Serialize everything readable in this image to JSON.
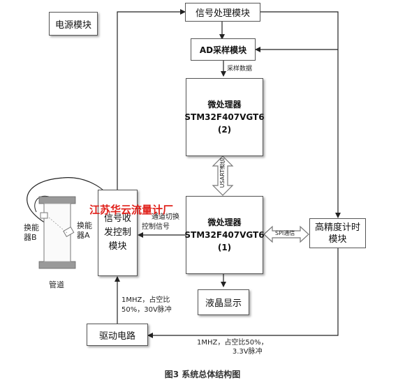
{
  "blocks": {
    "power": "电源模块",
    "signal_proc": "信号处理模块",
    "ad": "AD采样模块",
    "mcu2": [
      "微处理器",
      "STM32F407VGT6",
      "(2)"
    ],
    "mcu1": [
      "微处理器",
      "STM32F407VGT6",
      "(1)"
    ],
    "transceiver": [
      "信号收",
      "发控制",
      "模块"
    ],
    "timer": [
      "高精度计时",
      "模块"
    ],
    "lcd": "液晶显示",
    "drive": "驱动电路"
  },
  "labels": {
    "sample_data": "采样数据",
    "usart": "USART通信",
    "spi": "SPI通信",
    "switch_ctrl": [
      "通道切换",
      "控制信号"
    ],
    "pulse_1mhz_50": [
      "1MHZ，占空比",
      "50%，30V脉冲"
    ],
    "pulse_1mhz_33": [
      "1MHZ，占空比50%，",
      "3.3V脉冲"
    ],
    "transducer_b": [
      "换能",
      "器B"
    ],
    "transducer_a": [
      "换能",
      "器A"
    ],
    "pipe": "管道"
  },
  "watermark": "江苏华云流量计厂",
  "caption": "图3 系统总体结构图"
}
